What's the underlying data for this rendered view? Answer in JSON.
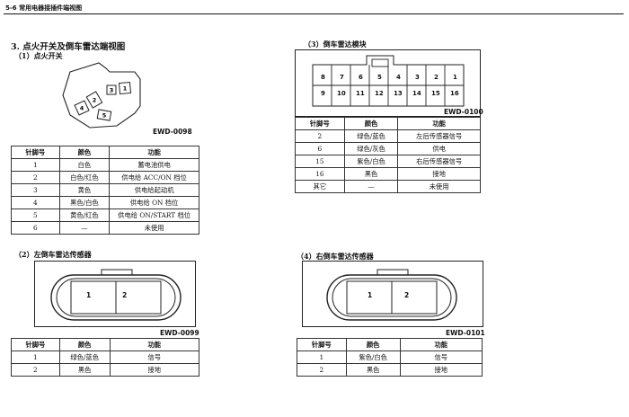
{
  "header": {
    "page_label": "5-6 常用电器接插件端视图"
  },
  "section": {
    "title": "3.  点火开关及倒车雷达端视图"
  },
  "columns": {
    "pin": "针脚号",
    "color": "颜色",
    "function": "功能"
  },
  "ignition": {
    "title": "（1）点火开关",
    "code": "EWD-0098",
    "pins": [
      "1",
      "2",
      "3",
      "4",
      "5"
    ],
    "rows": [
      {
        "pin": "1",
        "color": "白色",
        "func": "蓄电池供电"
      },
      {
        "pin": "2",
        "color": "白色/红色",
        "func": "供电给 ACC/ON 档位"
      },
      {
        "pin": "3",
        "color": "黄色",
        "func": "供电给起动机"
      },
      {
        "pin": "4",
        "color": "黑色/白色",
        "func": "供电给 ON 档位"
      },
      {
        "pin": "5",
        "color": "黄色/红色",
        "func": "供电给 ON/START 档位"
      },
      {
        "pin": "6",
        "color": "—",
        "func": "未使用"
      }
    ]
  },
  "radar_module": {
    "title": "（3）倒车雷达模块",
    "code": "EWD-0100",
    "top_row": [
      "8",
      "7",
      "6",
      "5",
      "4",
      "3",
      "2",
      "1"
    ],
    "bottom_row": [
      "9",
      "10",
      "11",
      "12",
      "13",
      "14",
      "15",
      "16"
    ],
    "rows": [
      {
        "pin": "2",
        "color": "绿色/蓝色",
        "func": "左后传感器信号"
      },
      {
        "pin": "6",
        "color": "绿色/灰色",
        "func": "供电"
      },
      {
        "pin": "15",
        "color": "紫色/白色",
        "func": "右后传感器信号"
      },
      {
        "pin": "16",
        "color": "黑色",
        "func": "接地"
      },
      {
        "pin": "其它",
        "color": "—",
        "func": "未使用"
      }
    ]
  },
  "left_sensor": {
    "title": "（2）左倒车雷达传感器",
    "code": "EWD-0099",
    "pins": [
      "1",
      "2"
    ],
    "rows": [
      {
        "pin": "1",
        "color": "绿色/蓝色",
        "func": "信号"
      },
      {
        "pin": "2",
        "color": "黑色",
        "func": "接地"
      }
    ]
  },
  "right_sensor": {
    "title": "（4）右倒车雷达传感器",
    "code": "EWD-0101",
    "pins": [
      "1",
      "2"
    ],
    "rows": [
      {
        "pin": "1",
        "color": "紫色/白色",
        "func": "信号"
      },
      {
        "pin": "2",
        "color": "黑色",
        "func": "接地"
      }
    ]
  }
}
